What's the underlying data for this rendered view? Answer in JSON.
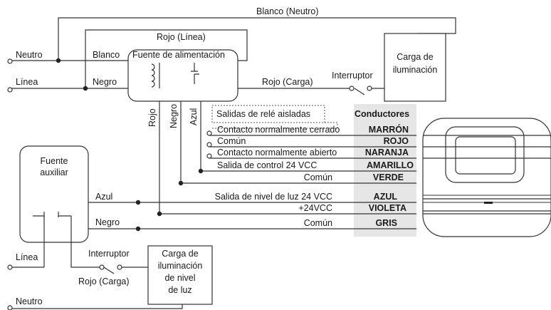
{
  "labels": {
    "blanco_neutro": "Blanco (Neutro)",
    "rojo_linea": "Rojo (Línea)",
    "neutro_top": "Neutro",
    "linea_top": "Línea",
    "blanco": "Blanco",
    "negro_top": "Negro",
    "fuente_alimentacion": "Fuente de alimentación",
    "rojo_carga_top": "Rojo (Carga)",
    "interruptor_top": "Interruptor",
    "carga_top": [
      "Carga de",
      "iluminación"
    ],
    "rojo_v": "Rojo",
    "negro_v": "Negro",
    "azul_v": "Azul",
    "salidas_rele": "Salidas de relé aisladas",
    "conductores": "Conductores",
    "fuente_aux": [
      "Fuente",
      "auxiliar"
    ],
    "azul_h": "Azul",
    "negro_h": "Negro",
    "linea_bottom": "Línea",
    "interruptor_bottom": "Interruptor",
    "rojo_carga_bottom": "Rojo (Carga)",
    "carga_bottom": [
      "Carga de",
      "iluminación",
      "de nivel",
      "de luz"
    ],
    "neutro_bottom": "Neutro"
  },
  "rows": [
    {
      "desc": "Contacto normalmente cerrado",
      "wire": "MARRÓN"
    },
    {
      "desc": "Común",
      "wire": "ROJO"
    },
    {
      "desc": "Contacto normalmente abierto",
      "wire": "NARANJA"
    },
    {
      "desc": "Salida de control 24 VCC",
      "wire": "AMARILLO"
    },
    {
      "desc": "Común",
      "wire": "VERDE"
    },
    {
      "desc": "Salida de nivel de luz 24 VCC",
      "wire": "AZUL"
    },
    {
      "desc": "+24VCC",
      "wire": "VIOLETA"
    },
    {
      "desc": "Común",
      "wire": "GRIS"
    }
  ],
  "colors": {
    "conductor_panel": "#e6e6e6",
    "line": "#333333",
    "dot": "#222222"
  }
}
